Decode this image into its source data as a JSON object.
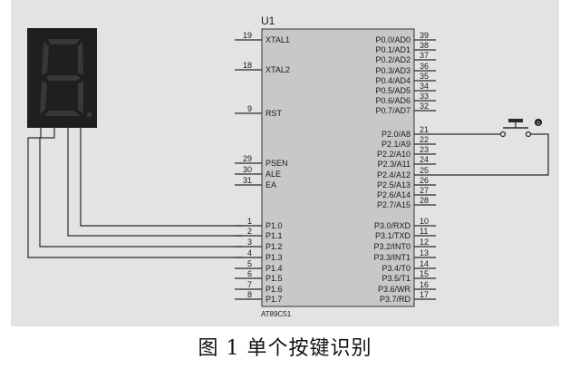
{
  "chip": {
    "ref": "U1",
    "part": "AT89C51",
    "left_pins": [
      {
        "num": "19",
        "name": "XTAL1"
      },
      {
        "num": "18",
        "name": "XTAL2"
      },
      {
        "num": "9",
        "name": "RST"
      },
      {
        "num": "29",
        "name": "PSEN"
      },
      {
        "num": "30",
        "name": "ALE"
      },
      {
        "num": "31",
        "name": "EA"
      },
      {
        "num": "1",
        "name": "P1.0"
      },
      {
        "num": "2",
        "name": "P1.1"
      },
      {
        "num": "3",
        "name": "P1.2"
      },
      {
        "num": "4",
        "name": "P1.3"
      },
      {
        "num": "5",
        "name": "P1.4"
      },
      {
        "num": "6",
        "name": "P1.5"
      },
      {
        "num": "7",
        "name": "P1.6"
      },
      {
        "num": "8",
        "name": "P1.7"
      }
    ],
    "right_pins": [
      {
        "num": "39",
        "name": "P0.0/AD0"
      },
      {
        "num": "38",
        "name": "P0.1/AD1"
      },
      {
        "num": "37",
        "name": "P0.2/AD2"
      },
      {
        "num": "36",
        "name": "P0.3/AD3"
      },
      {
        "num": "35",
        "name": "P0.4/AD4"
      },
      {
        "num": "34",
        "name": "P0.5/AD5"
      },
      {
        "num": "33",
        "name": "P0.6/AD6"
      },
      {
        "num": "32",
        "name": "P0.7/AD7"
      },
      {
        "num": "21",
        "name": "P2.0/A8"
      },
      {
        "num": "22",
        "name": "P2.1/A9"
      },
      {
        "num": "23",
        "name": "P2.2/A10"
      },
      {
        "num": "24",
        "name": "P2.3/A11"
      },
      {
        "num": "25",
        "name": "P2.4/A12"
      },
      {
        "num": "26",
        "name": "P2.5/A13"
      },
      {
        "num": "27",
        "name": "P2.6/A14"
      },
      {
        "num": "28",
        "name": "P2.7/A15"
      },
      {
        "num": "10",
        "name": "P3.0/RXD"
      },
      {
        "num": "11",
        "name": "P3.1/TXD"
      },
      {
        "num": "12",
        "name": "P3.2/INT0"
      },
      {
        "num": "13",
        "name": "P3.3/INT1"
      },
      {
        "num": "14",
        "name": "P3.4/T0"
      },
      {
        "num": "15",
        "name": "P3.5/T1"
      },
      {
        "num": "16",
        "name": "P3.6/WR"
      },
      {
        "num": "17",
        "name": "P3.7/RD"
      }
    ]
  },
  "display": {
    "digit_shown": "8"
  },
  "button": {
    "marker": "0"
  },
  "caption": "图 1 单个按键识别",
  "colors": {
    "panel": "#e3e3e3",
    "chip": "#c8c8c8",
    "display": "#1f1f1f",
    "wire": "#2a2a2a"
  }
}
